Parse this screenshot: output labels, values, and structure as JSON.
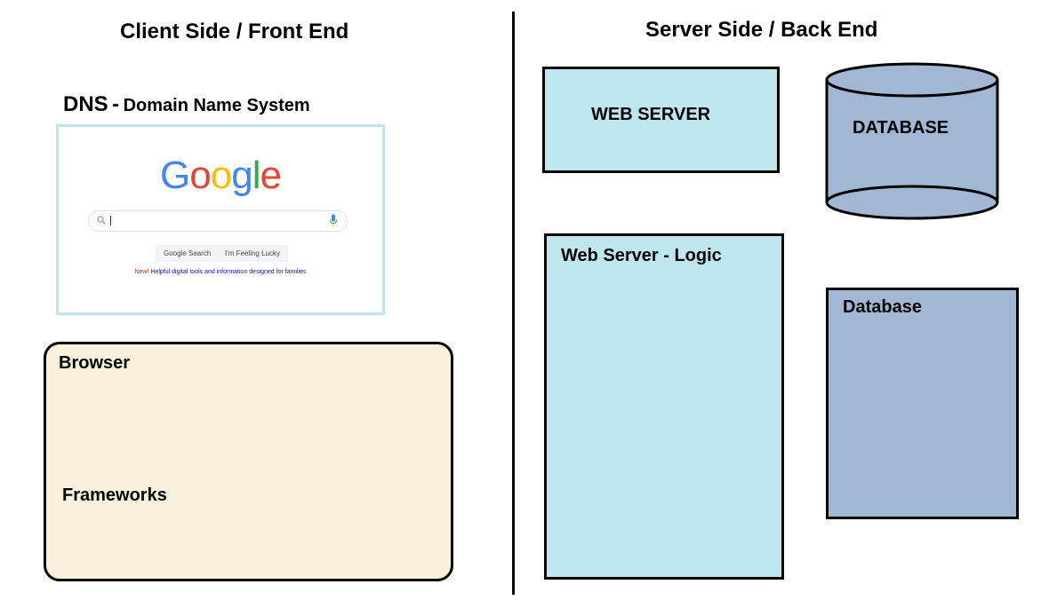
{
  "client": {
    "title": "Client Side / Front End",
    "dns_abbr": "DNS",
    "dns_sep": "-",
    "dns_full": "Domain Name System",
    "browser_label": "Browser",
    "frameworks_label": "Frameworks"
  },
  "google": {
    "logo_letters": [
      "G",
      "o",
      "o",
      "g",
      "l",
      "e"
    ],
    "logo_colors": [
      "#4285f4",
      "#ea4335",
      "#fbbc05",
      "#4285f4",
      "#34a853",
      "#ea4335"
    ],
    "search_button": "Google Search",
    "lucky_button": "I'm Feeling Lucky",
    "promo_new": "New!",
    "promo_text": "Helpful digital tools and information designed for families"
  },
  "server": {
    "title": "Server Side / Back End",
    "web_server_label": "WEB SERVER",
    "database_label": "DATABASE",
    "logic_label": "Web Server - Logic",
    "database_box_label": "Database"
  },
  "colors": {
    "web_server_fill": "#bde6ef",
    "database_fill": "#a2b7d4",
    "browser_fill": "#f9f1dc"
  }
}
